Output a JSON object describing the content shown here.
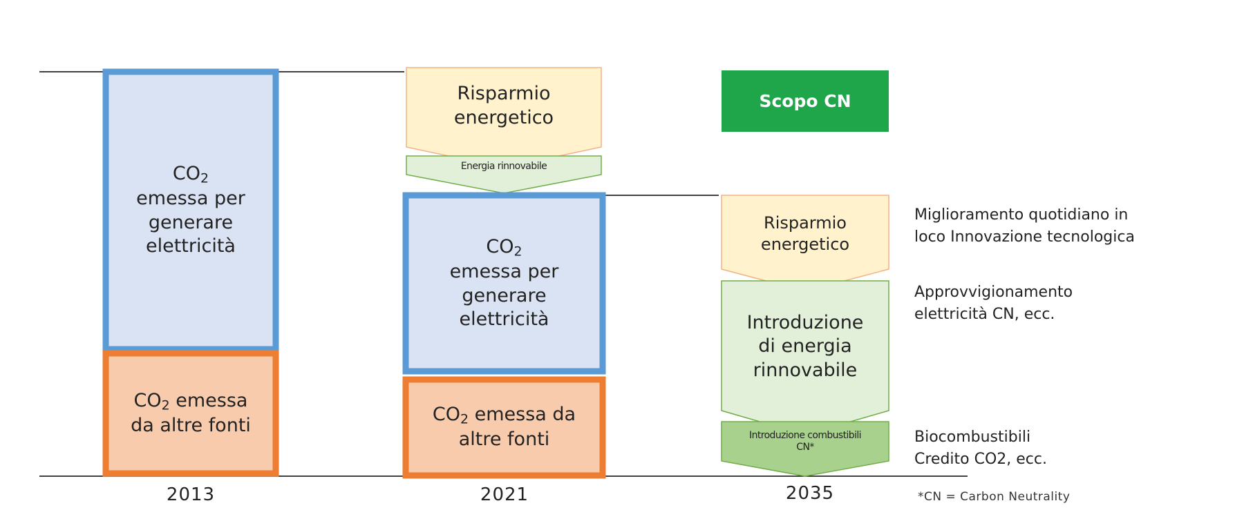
{
  "colors": {
    "blue_border": "#5b9bd5",
    "blue_fill": "#dae3f3",
    "orange_border": "#ed7d31",
    "orange_fill": "#f8cbad",
    "yellow_border": "#f4b183",
    "yellow_fill": "#fff2cc",
    "green_border": "#70ad47",
    "green_fill": "#e2f0d9",
    "green_dark_fill": "#a9d18e",
    "goal_green": "#1fa64a"
  },
  "years": [
    "2013",
    "2021",
    "2035"
  ],
  "col2013": {
    "co2_main_text": "emessa per\ngenerare\nelettricità",
    "co2_other_text": "emessa\nda altre fonti"
  },
  "col2021": {
    "savings": "Risparmio\nenergetico",
    "renewable": "Energia rinnovabile",
    "co2_main_text": "emessa per\ngenerare\nelettricità",
    "co2_other_text": "emessa da\naltre fonti"
  },
  "col2035": {
    "goal": "Scopo CN",
    "savings": "Risparmio\nenergetico",
    "renewable": "Introduzione\ndi energia\nrinnovabile",
    "fuels": "Introduzione combustibili\nCN*"
  },
  "co2_prefix": "CO",
  "co2_sub": "2",
  "notes": [
    "Miglioramento quotidiano in\nloco Innovazione tecnologica",
    "Approvvigionamento\nelettricità CN, ecc.",
    "Biocombustibili\nCredito CO2, ecc."
  ],
  "footnote": "*CN = Carbon Neutrality"
}
